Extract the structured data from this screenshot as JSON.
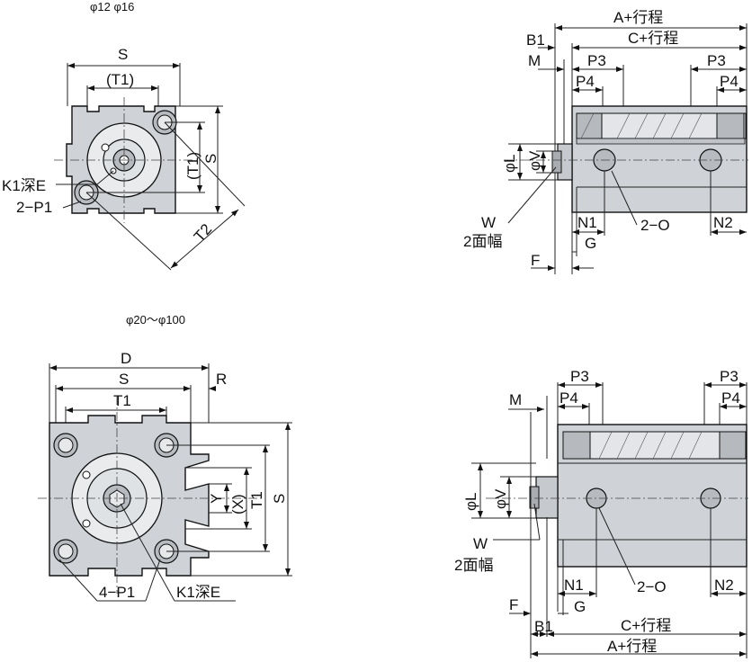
{
  "views": {
    "small_bore": {
      "title": "φ12  φ16",
      "front": {
        "S": "S",
        "T1_paren": "(T1)",
        "T1_side": "(T1)",
        "S_side": "S",
        "T2": "T2",
        "K1": "K1深E",
        "P1": "2−P1"
      },
      "side": {
        "A": "A+行程",
        "C": "C+行程",
        "B1": "B1",
        "M": "M",
        "P3_left": "P3",
        "P3_right": "P3",
        "P4_left": "P4",
        "P4_right": "P4",
        "L": "φL",
        "V": "φV",
        "W": "W",
        "W2": "2面幅",
        "N1": "N1",
        "N2": "N2",
        "G": "G",
        "O": "2−O",
        "F": "F"
      }
    },
    "large_bore": {
      "title": "φ20～φ100",
      "front": {
        "D": "D",
        "S": "S",
        "R": "R",
        "T1": "T1",
        "Y": "Y",
        "X": "(X)",
        "T1_side": "T1",
        "S_side": "S",
        "P1": "4−P1",
        "K1": "K1深E"
      },
      "side": {
        "M": "M",
        "P3_left": "P3",
        "P3_right": "P3",
        "P4_left": "P4",
        "P4_right": "P4",
        "L": "φL",
        "V": "φV",
        "W": "W",
        "W2": "2面幅",
        "N1": "N1",
        "N2": "N2",
        "G": "G",
        "O": "2−O",
        "F": "F",
        "B1": "B1",
        "C": "C+行程",
        "A": "A+行程"
      }
    }
  }
}
